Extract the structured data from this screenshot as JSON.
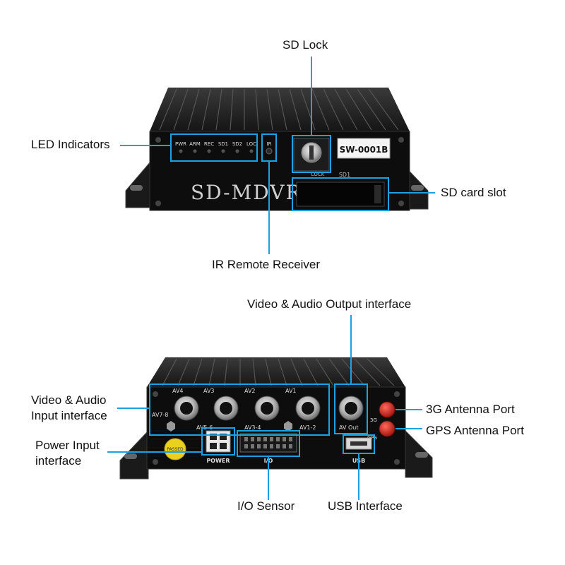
{
  "colors": {
    "leader_line": "#1aa3e0",
    "device_body": "#222222",
    "device_face": "#0d0d0d",
    "antenna": "#d6231c",
    "label_sticker": "#f4f4f4",
    "qc_sticker": "#e8d21f"
  },
  "top_device": {
    "model_text": "SD-MDVR",
    "sticker_label": "SW-0001B",
    "led_labels": [
      "PWR",
      "ARM",
      "REC",
      "SD1",
      "SD2",
      "LOC"
    ],
    "ir_label": "IR",
    "lock_label": "LOCK",
    "sd_slot_label": "SD1"
  },
  "bottom_device": {
    "port_labels": [
      "AV4",
      "AV3",
      "AV2",
      "AV1",
      "AV7-8",
      "AV5-6",
      "AV3-4",
      "AV1-2",
      "AV Out"
    ],
    "power_label": "POWER",
    "io_label": "I/O",
    "usb_label": "USB",
    "antenna_labels": [
      "3G",
      "GPS"
    ],
    "qc_text": "PASSED"
  },
  "callouts": {
    "sd_lock": "SD Lock",
    "led_indicators": "LED Indicators",
    "sd_card_slot": "SD card slot",
    "ir_remote_receiver": "IR Remote Receiver",
    "video_audio_output": "Video & Audio Output interface",
    "video_audio_input": "Video & Audio Input interface",
    "antenna_3g": "3G Antenna Port",
    "gps_antenna": "GPS Antenna Port",
    "power_input": "Power Input interface",
    "io_sensor": "I/O Sensor",
    "usb_interface": "USB Interface"
  }
}
